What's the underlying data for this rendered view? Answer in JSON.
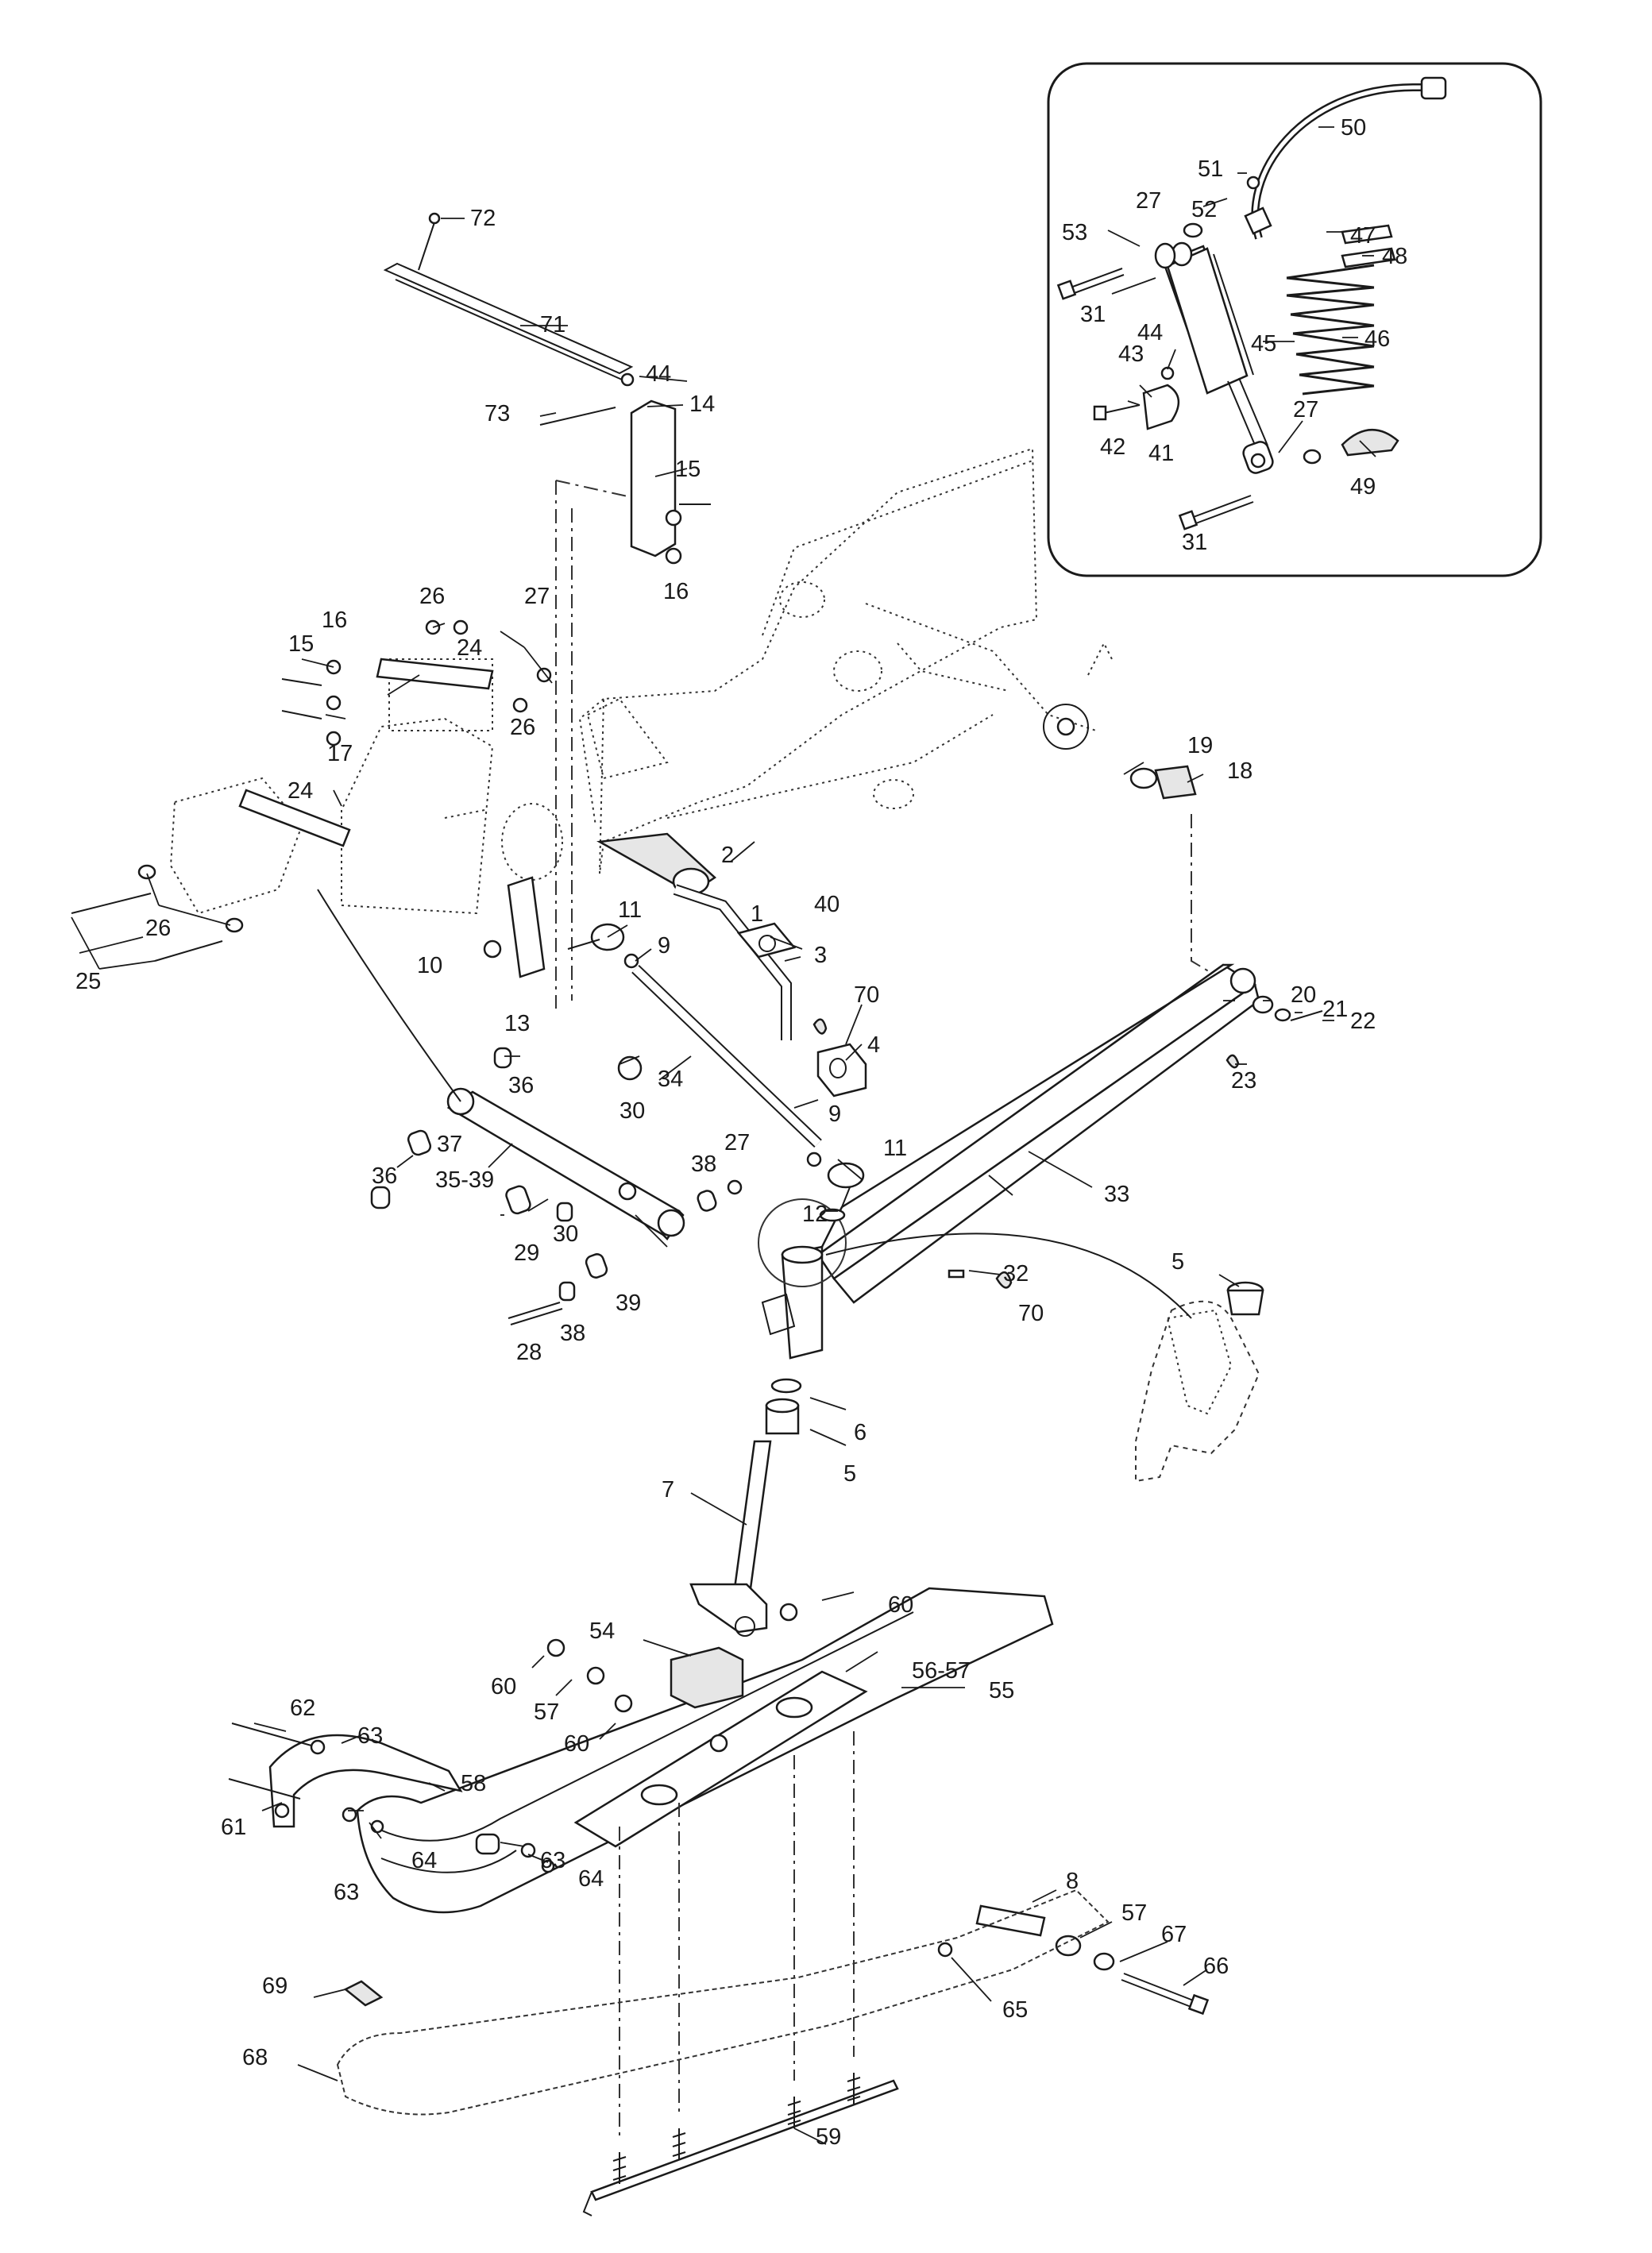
{
  "inset_title": "",
  "callouts": {
    "c1": "1",
    "c2": "2",
    "c3": "3",
    "c4": "4",
    "c5a": "5",
    "c5b": "5",
    "c6": "6",
    "c7": "7",
    "c8": "8",
    "c9a": "9",
    "c9b": "9",
    "c10": "10",
    "c11a": "11",
    "c11b": "11",
    "c12": "12",
    "c13": "13",
    "c14": "14",
    "c15a": "15",
    "c15b": "15",
    "c16a": "16",
    "c16b": "16",
    "c17": "17",
    "c18": "18",
    "c19": "19",
    "c20": "20",
    "c21": "21",
    "c22": "22",
    "c23": "23",
    "c24a": "24",
    "c24b": "24",
    "c25": "25",
    "c26a": "26",
    "c26b": "26",
    "c26c": "26",
    "c27a": "27",
    "c27b": "27",
    "c27c": "27",
    "c27d": "27",
    "c28": "28",
    "c29": "29",
    "c30a": "30",
    "c30b": "30",
    "c31a": "31",
    "c31b": "31",
    "c32": "32",
    "c33": "33",
    "c34": "34",
    "c3539": "35-39",
    "c36a": "36",
    "c36b": "36",
    "c37": "37",
    "c38a": "38",
    "c38b": "38",
    "c39": "39",
    "c40": "40",
    "c41": "41",
    "c42": "42",
    "c43": "43",
    "c44a": "44",
    "c44b": "44",
    "c45": "45",
    "c46": "46",
    "c47": "47",
    "c48": "48",
    "c49": "49",
    "c50": "50",
    "c51": "51",
    "c52": "52",
    "c53": "53",
    "c54": "54",
    "c55": "55",
    "c5657": "56-57",
    "c57a": "57",
    "c57b": "57",
    "c58": "58",
    "c59": "59",
    "c60a": "60",
    "c60b": "60",
    "c60c": "60",
    "c61": "61",
    "c62": "62",
    "c63a": "63",
    "c63b": "63",
    "c63c": "63",
    "c64a": "64",
    "c64b": "64",
    "c65": "65",
    "c66": "66",
    "c67": "67",
    "c68": "68",
    "c69": "69",
    "c70a": "70",
    "c70b": "70",
    "c71": "71",
    "c72": "72",
    "c73": "73"
  },
  "colors": {
    "line": "#1a1a1a",
    "background": "#ffffff",
    "shade": "#e6e6e6"
  }
}
